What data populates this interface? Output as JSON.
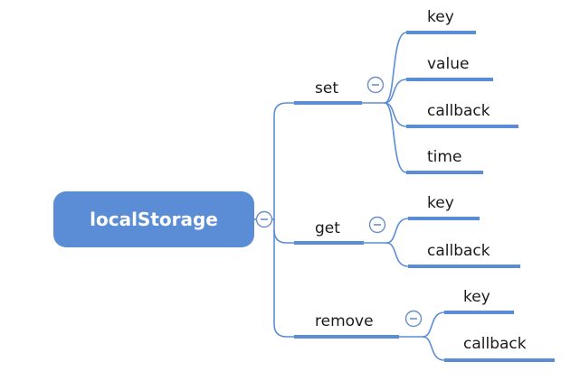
{
  "mindmap": {
    "root": {
      "label": "localStorage",
      "color": "#5b8dd6"
    },
    "branches": [
      {
        "label": "set",
        "children": [
          "key",
          "value",
          "callback",
          "time"
        ]
      },
      {
        "label": "get",
        "children": [
          "key",
          "callback"
        ]
      },
      {
        "label": "remove",
        "children": [
          "key",
          "callback"
        ]
      }
    ],
    "line_color": "#5b8dd6",
    "toggle_icon": "minus-circle-icon"
  }
}
